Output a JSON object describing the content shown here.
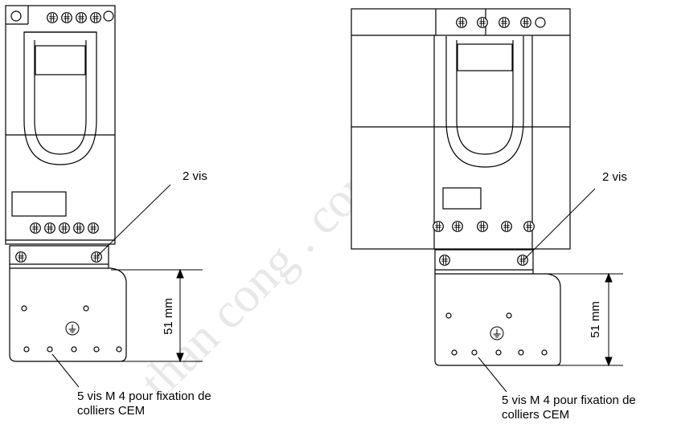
{
  "watermark": "than cong . com",
  "left_drive": {
    "screws_label": "2 vis",
    "dimension_label": "51 mm",
    "fixing_label_line1": "5 vis M 4 pour fixation de",
    "fixing_label_line2": "colliers CEM"
  },
  "right_drive": {
    "screws_label": "2 vis",
    "dimension_label": "51 mm",
    "fixing_label_line1": "5 vis M 4 pour fixation de",
    "fixing_label_line2": "colliers CEM"
  }
}
